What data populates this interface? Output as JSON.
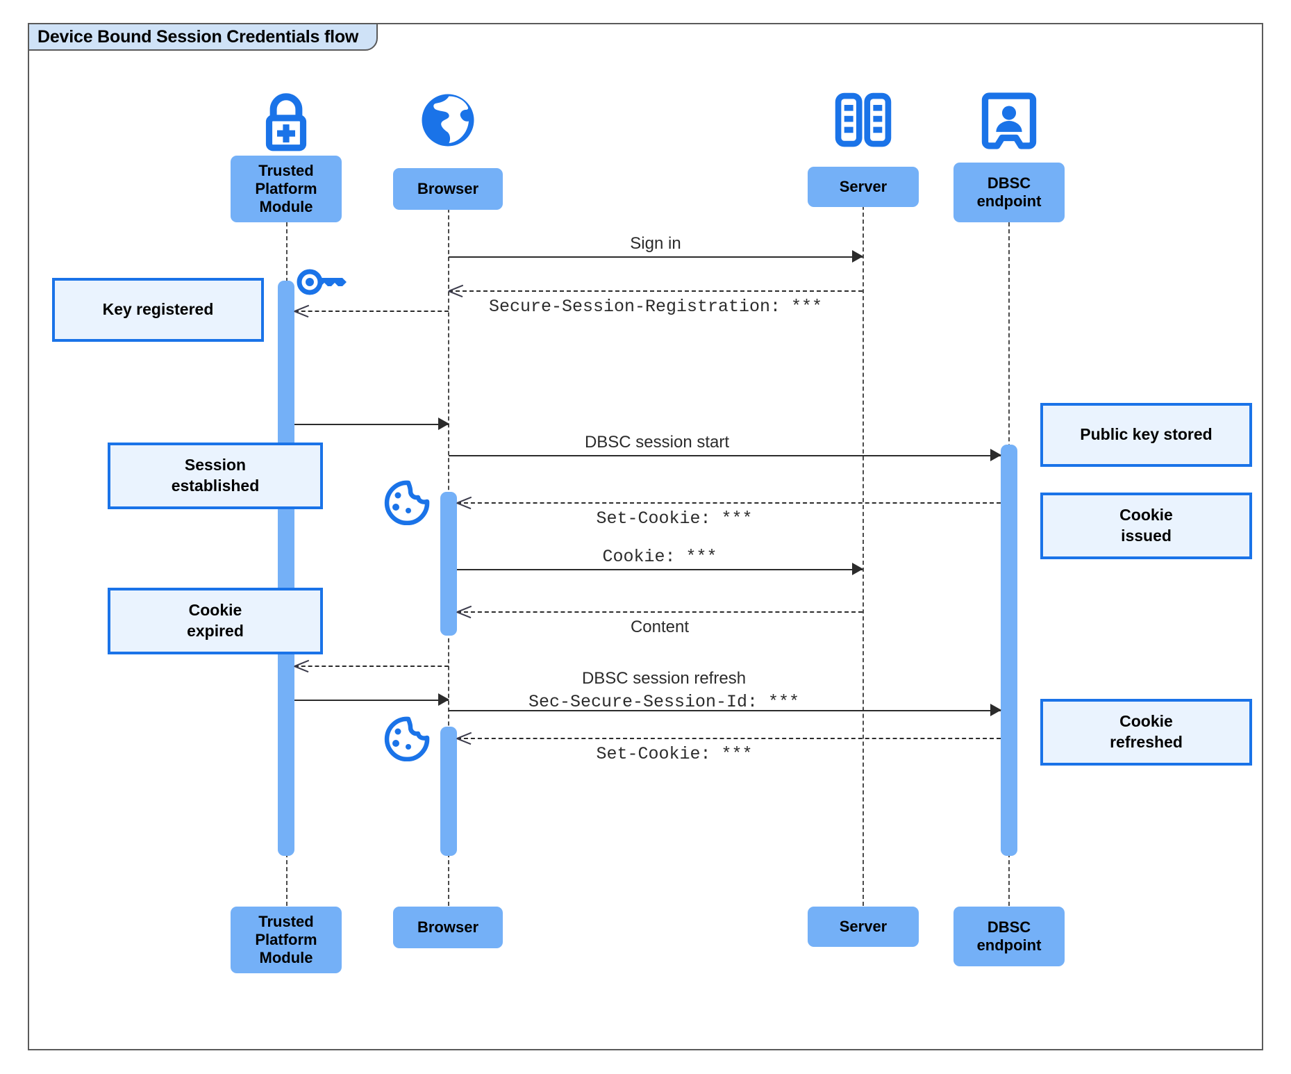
{
  "diagram": {
    "title": "Device Bound Session Credentials flow",
    "type": "uml-sequence-diagram",
    "colors": {
      "participant_fill": "#74b0f7",
      "note_fill": "#eaf3fe",
      "note_border": "#1a73e8",
      "icon_blue": "#1a73e8",
      "frame_border": "#5a5a5a",
      "title_fill": "#cfe2f7",
      "line": "#2b2b2b"
    }
  },
  "participants": [
    {
      "id": "tpm",
      "label": "Trusted\nPlatform\nModule",
      "icon": "padlock-plus-icon"
    },
    {
      "id": "browser",
      "label": "Browser",
      "icon": "globe-icon"
    },
    {
      "id": "server",
      "label": "Server",
      "icon": "server-rack-icon"
    },
    {
      "id": "dbsc",
      "label": "DBSC\nendpoint",
      "icon": "id-badge-icon"
    }
  ],
  "messages": [
    {
      "id": "m1",
      "label": "Sign in",
      "style": "solid",
      "font": "sans",
      "from": "browser",
      "to": "server"
    },
    {
      "id": "m2",
      "label": "Secure-Session-Registration: ***",
      "style": "dashed",
      "font": "mono",
      "from": "server",
      "to": "browser"
    },
    {
      "id": "m3",
      "label": "",
      "style": "dashed",
      "font": "sans",
      "from": "browser",
      "to": "tpm"
    },
    {
      "id": "m4",
      "label": "",
      "style": "solid",
      "font": "sans",
      "from": "tpm",
      "to": "browser"
    },
    {
      "id": "m5",
      "label": "DBSC session start",
      "style": "solid",
      "font": "sans",
      "from": "browser",
      "to": "dbsc"
    },
    {
      "id": "m6",
      "label": "Set-Cookie: ***",
      "style": "dashed",
      "font": "mono",
      "from": "dbsc",
      "to": "browser"
    },
    {
      "id": "m7",
      "label": "Cookie: ***",
      "style": "solid",
      "font": "mono",
      "from": "browser",
      "to": "server"
    },
    {
      "id": "m8",
      "label": "Content",
      "style": "dashed",
      "font": "sans",
      "from": "server",
      "to": "browser"
    },
    {
      "id": "m9",
      "label": "",
      "style": "dashed",
      "font": "sans",
      "from": "browser",
      "to": "tpm"
    },
    {
      "id": "m10",
      "label": "",
      "style": "solid",
      "font": "sans",
      "from": "tpm",
      "to": "browser"
    },
    {
      "id": "m11",
      "label_sans": "DBSC session refresh",
      "label_mono": "Sec-Secure-Session-Id: ***",
      "style": "solid",
      "font": "mixed",
      "from": "browser",
      "to": "dbsc"
    },
    {
      "id": "m12",
      "label": "Set-Cookie: ***",
      "style": "dashed",
      "font": "mono",
      "from": "dbsc",
      "to": "browser"
    }
  ],
  "notes": [
    {
      "id": "n1",
      "text": "Key registered",
      "side": "left",
      "attached_to": "tpm"
    },
    {
      "id": "n2",
      "text": "Session\nestablished",
      "side": "left",
      "attached_to": "tpm"
    },
    {
      "id": "n3",
      "text": "Cookie\nexpired",
      "side": "left",
      "attached_to": "tpm"
    },
    {
      "id": "n4",
      "text": "Public key stored",
      "side": "right",
      "attached_to": "dbsc"
    },
    {
      "id": "n5",
      "text": "Cookie\nissued",
      "side": "right",
      "attached_to": "dbsc"
    },
    {
      "id": "n6",
      "text": "Cookie\nrefreshed",
      "side": "right",
      "attached_to": "dbsc"
    }
  ],
  "inline_icons": [
    {
      "id": "key1",
      "name": "key-icon",
      "near": "tpm"
    },
    {
      "id": "cookie1",
      "name": "cookie-icon",
      "near": "browser"
    },
    {
      "id": "cookie2",
      "name": "cookie-icon",
      "near": "browser"
    }
  ]
}
